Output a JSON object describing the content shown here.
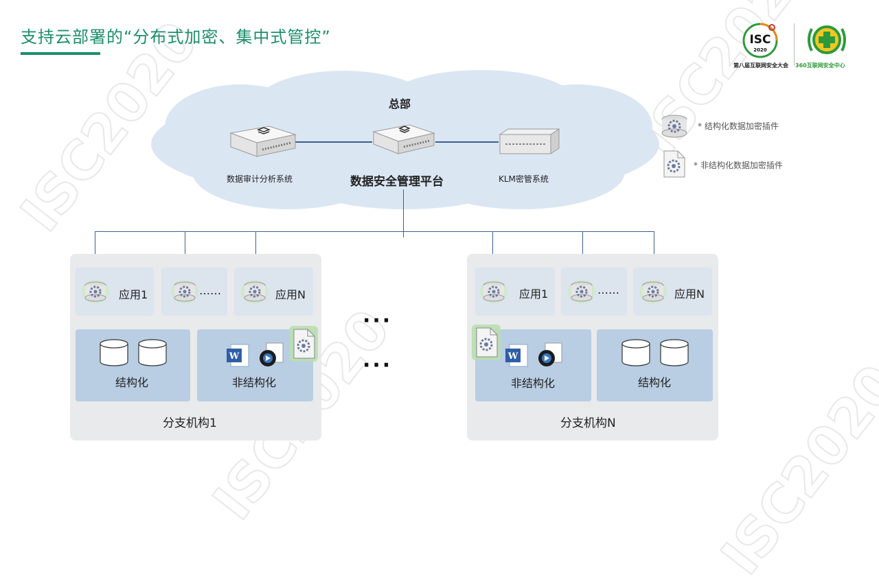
{
  "header": {
    "title": "支持云部署的“分布式加密、集中式管控”",
    "logo_isc": "ISC",
    "logo_isc_year": "2020",
    "logo_isc_caption": "第八届互联网安全大会",
    "logo_360_caption": "360互联网安全中心",
    "watermark": "ISC2020"
  },
  "hq": {
    "label": "总部",
    "audit": "数据审计分析系统",
    "platform": "数据安全管理平台",
    "klm": "KLM密管系统"
  },
  "legend": {
    "structured": "* 结构化数据加密插件",
    "unstructured": "* 非结构化数据加密插件"
  },
  "branch1": {
    "name": "分支机构1",
    "app1": "应用1",
    "app_more": "……",
    "appN": "应用N",
    "structured": "结构化",
    "unstructured": "非结构化"
  },
  "branchN": {
    "name": "分支机构N",
    "app1": "应用1",
    "app_more": "……",
    "appN": "应用N",
    "structured": "结构化",
    "unstructured": "非结构化"
  },
  "ellipsis": "···",
  "colors": {
    "accent": "#1a8f6a",
    "line": "#3b5f8f",
    "cloud": "#dbe6f3"
  }
}
